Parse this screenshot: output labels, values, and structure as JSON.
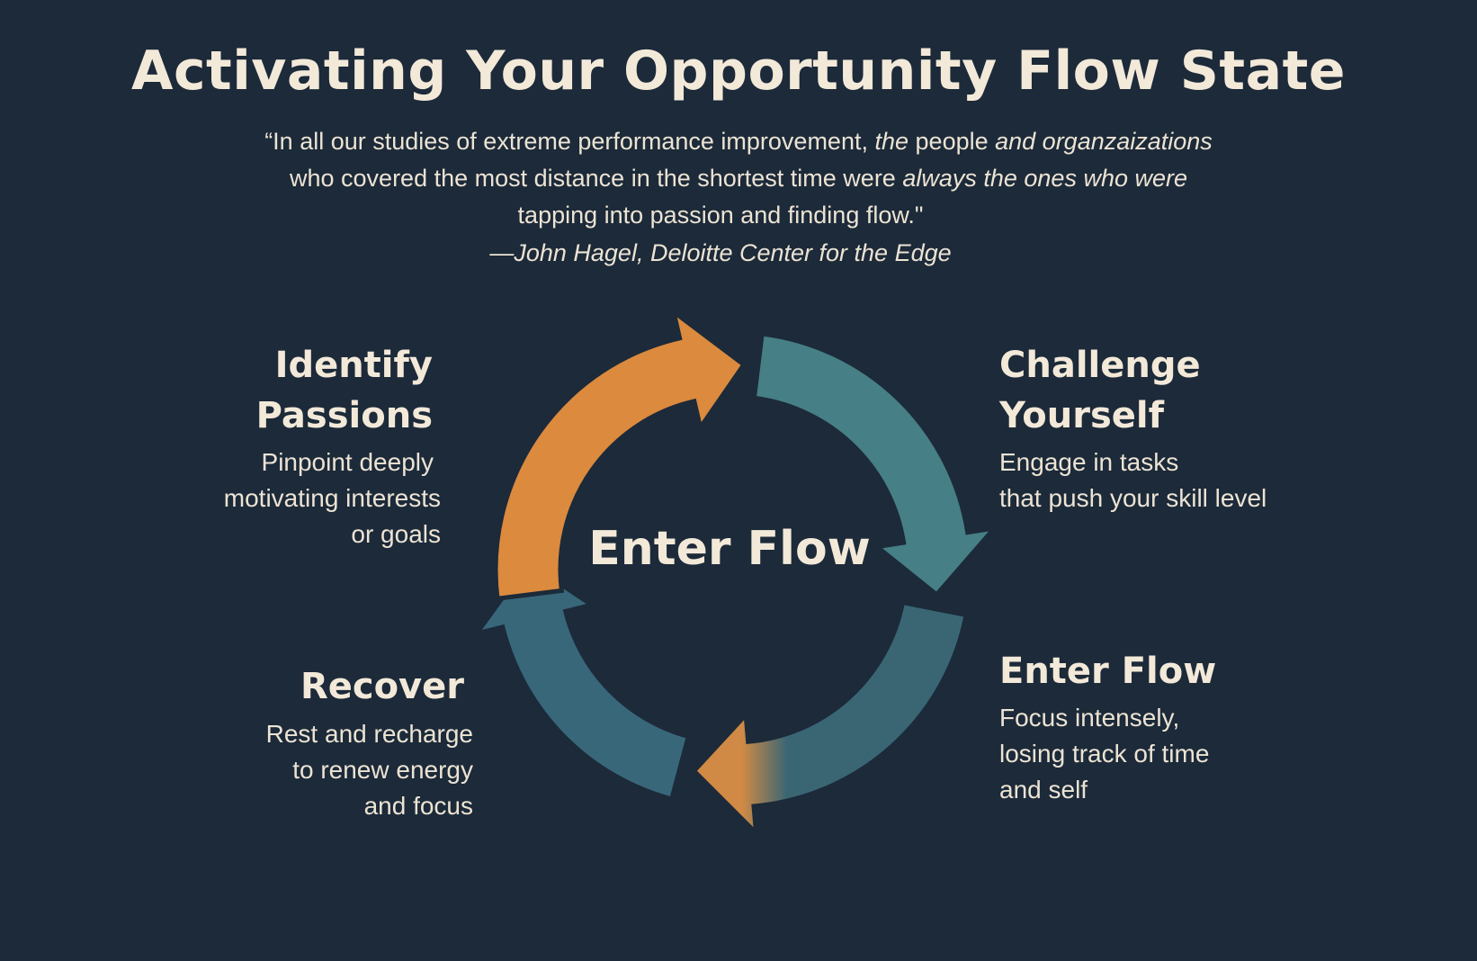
{
  "title": "Activating Your Opportunity Flow State",
  "quote": {
    "line1_a": "“In all our studies of extreme performance improvement, ",
    "line1_b": "the",
    "line1_c": " people ",
    "line1_d": "and organzaizations",
    "line2_a": "who covered the most distance in the shortest time were ",
    "line2_b": "always the ones who were",
    "line3": "tapping into passion and finding flow.\"",
    "attribution": "—John Hagel, Deloitte Center for the Edge"
  },
  "center_label": "Enter Flow",
  "steps": {
    "identify": {
      "title1": "Identify",
      "title2": "Passions",
      "desc1": "Pinpoint deeply",
      "desc2": "motivating interests",
      "desc3": "or goals"
    },
    "challenge": {
      "title1": "Challenge",
      "title2": "Yourself",
      "desc1": "Engage in tasks",
      "desc2": "that push your skill level"
    },
    "flow": {
      "title1": "Enter Flow",
      "desc1": "Focus intensely,",
      "desc2": "losing track of time",
      "desc3": "and self"
    },
    "recover": {
      "title1": "Recover",
      "desc1": "Rest and recharge",
      "desc2": "to renew energy",
      "desc3": "and focus"
    }
  },
  "colors": {
    "background": "#1c2a39",
    "orange": "#db8a3e",
    "teal": "#467f86",
    "dark_teal": "#3a6674",
    "slate_teal": "#38677a",
    "text": "#f3e9d9"
  }
}
